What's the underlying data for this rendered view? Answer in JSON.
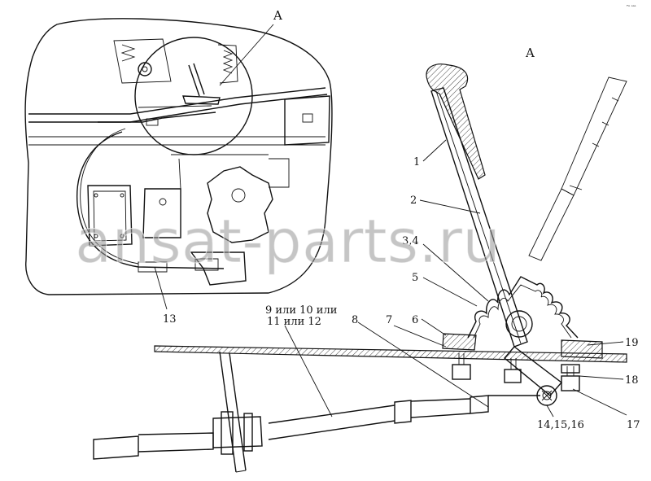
{
  "labels": {
    "view_a_top": "A",
    "view_a_right": "A",
    "corner_mark": "ᴾᴬ ᵃᵃᵃ"
  },
  "callouts": {
    "c1": "1",
    "c2": "2",
    "c34": "3,4",
    "c5": "5",
    "c6": "6",
    "c7": "7",
    "c8": "8",
    "c9_line1": "9 или 10 или",
    "c9_line2": "11 или 12",
    "c13": "13",
    "c14": "14,15,16",
    "c17": "17",
    "c18": "18",
    "c19": "19"
  },
  "watermark": "ansat-parts.ru"
}
